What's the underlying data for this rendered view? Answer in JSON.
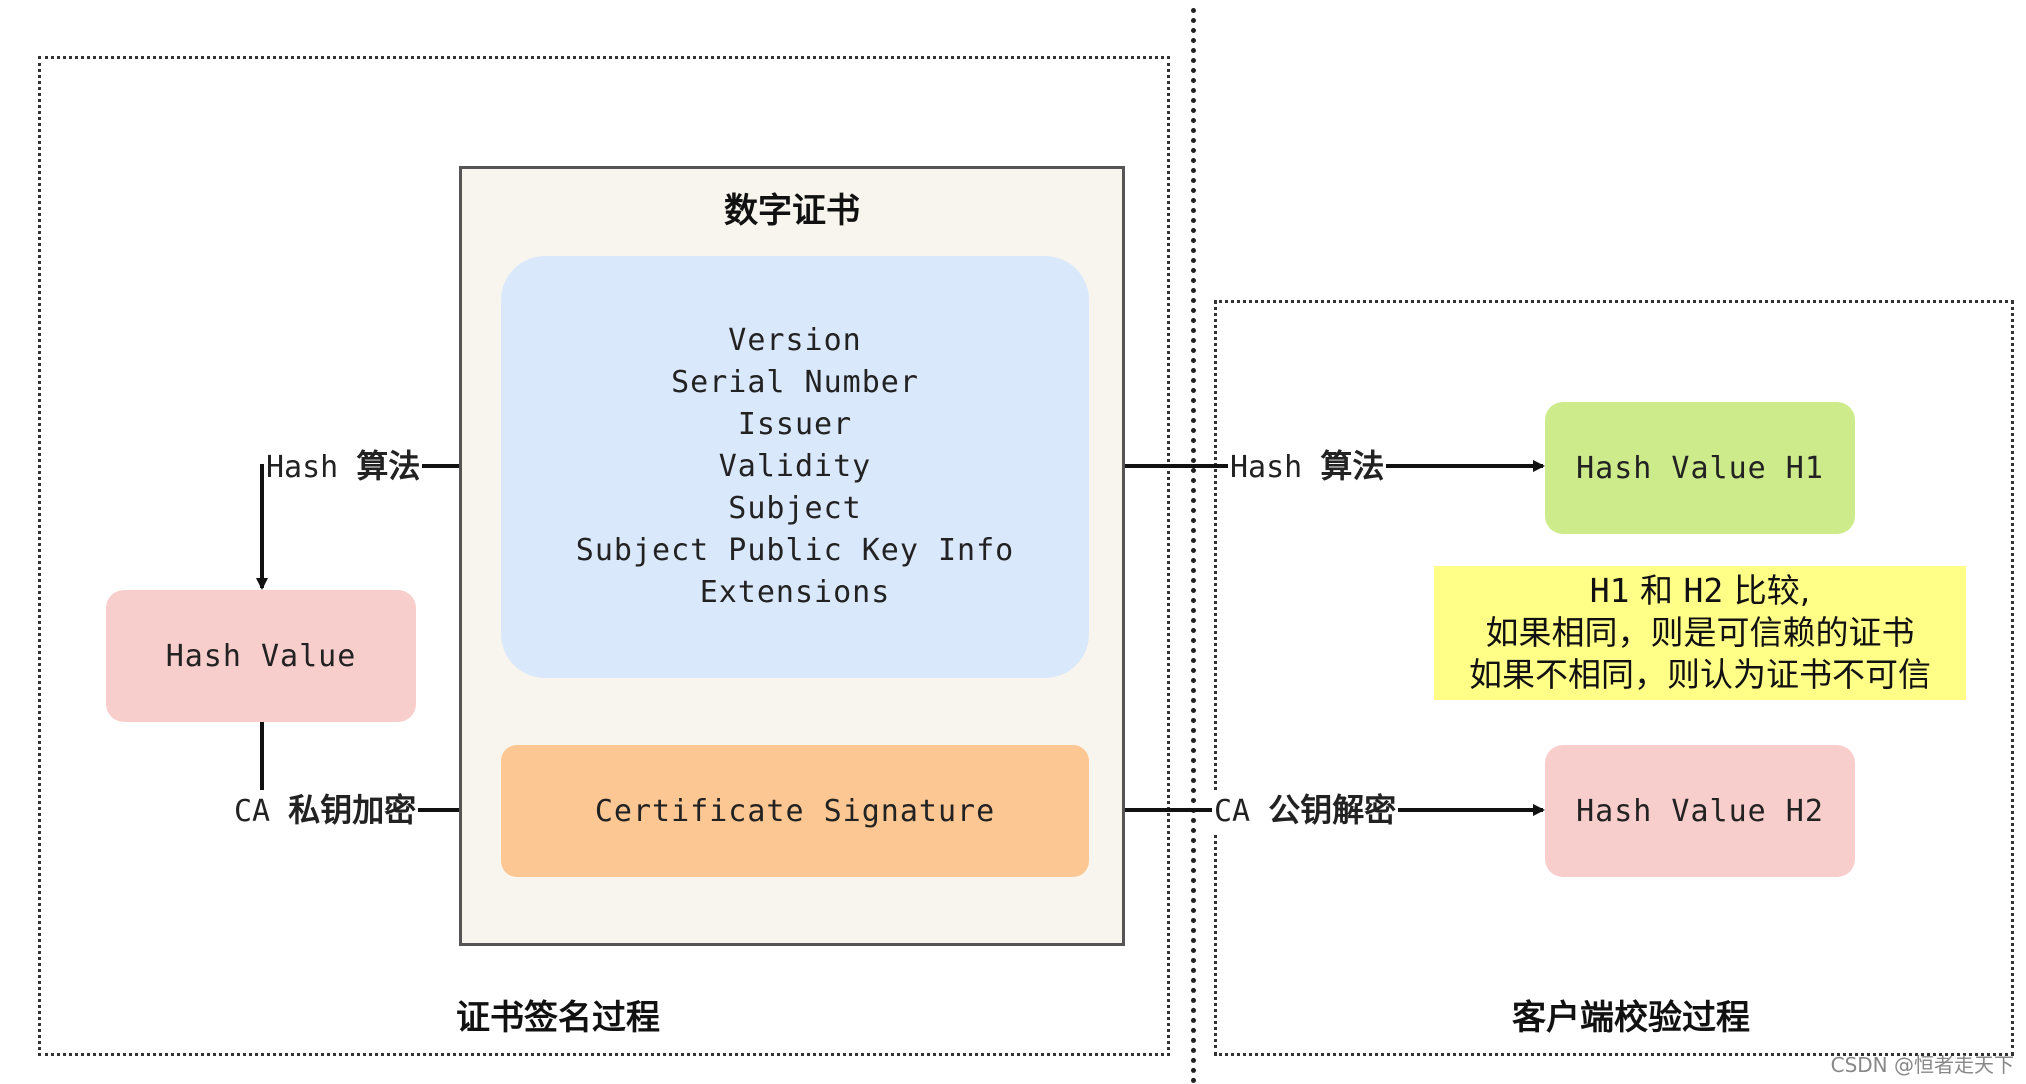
{
  "diagram": {
    "left_zone_title": "证书签名过程",
    "right_zone_title": "客户端校验过程",
    "certificate": {
      "title": "数字证书",
      "fields": [
        "Version",
        "Serial Number",
        "Issuer",
        "Validity",
        "Subject",
        "Subject Public Key Info",
        "Extensions"
      ],
      "signature": "Certificate Signature"
    },
    "hash_value": "Hash Value",
    "hash_value_h1": "Hash Value H1",
    "hash_value_h2": "Hash Value H2",
    "edges": {
      "left_hash_prefix": "Hash",
      "left_hash_cn": "算法",
      "left_ca_prefix": "CA",
      "left_ca_cn": "私钥加密",
      "right_hash_prefix": "Hash",
      "right_hash_cn": "算法",
      "right_ca_prefix": "CA",
      "right_ca_cn": "公钥解密"
    },
    "note": {
      "line1_h1": "H1",
      "line1_and": "和",
      "line1_h2": "H2",
      "line1_compare": "比较,",
      "line2": "如果相同，则是可信赖的证书",
      "line3": "如果不相同，则认为证书不可信"
    },
    "watermark": "CSDN @恒者走天下"
  }
}
